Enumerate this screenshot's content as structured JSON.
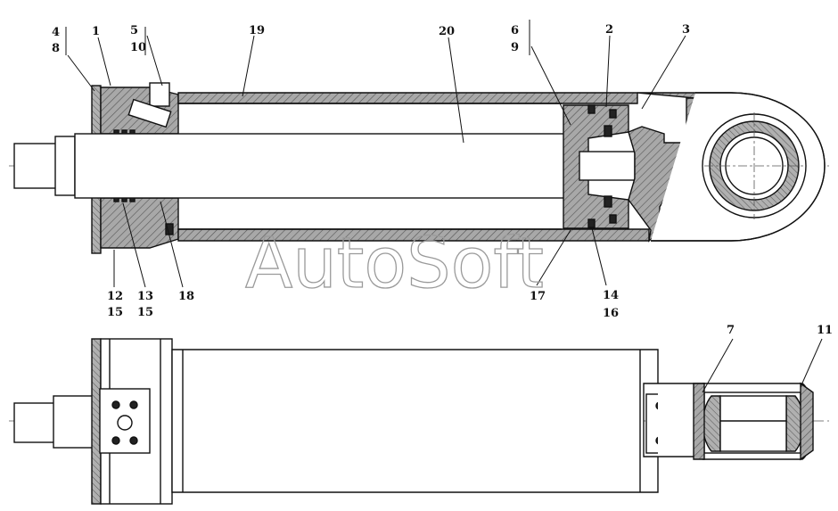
{
  "watermark": "AutoSoft",
  "colors": {
    "line": "#111111",
    "section_fill": "#9a9a9a",
    "background": "#ffffff",
    "watermark": "#9a9a9a"
  },
  "labels": {
    "l4": "4",
    "l8": "8",
    "l1": "1",
    "l5": "5",
    "l10": "10",
    "l19": "19",
    "l20": "20",
    "l6": "6",
    "l9": "9",
    "l2": "2",
    "l3": "3",
    "l12": "12",
    "l15a": "15",
    "l13": "13",
    "l15b": "15",
    "l18": "18",
    "l17": "17",
    "l14": "14",
    "l16": "16",
    "l7": "7",
    "l11": "11"
  }
}
